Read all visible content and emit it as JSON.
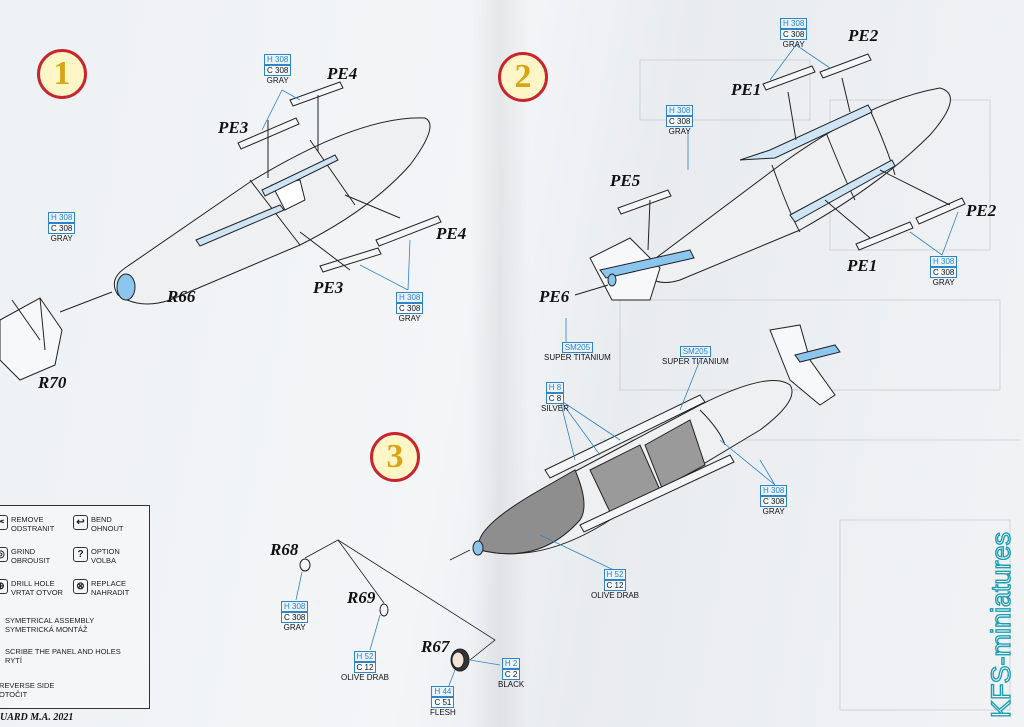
{
  "steps": {
    "s1": "1",
    "s2": "2",
    "s3": "3"
  },
  "parts": {
    "pe3_a": "PE3",
    "pe4_a": "PE4",
    "pe4_b": "PE4",
    "pe3_b": "PE3",
    "r66": "R66",
    "r70": "R70",
    "pe2_a": "PE2",
    "pe1_a": "PE1",
    "pe5": "PE5",
    "pe2_b": "PE2",
    "pe1_b": "PE1",
    "pe6": "PE6",
    "r68": "R68",
    "r69": "R69",
    "r67": "R67"
  },
  "colors": {
    "c1": {
      "h": "H 308",
      "c": "C 308",
      "n": "GRAY"
    },
    "c2": {
      "h": "H 308",
      "c": "C 308",
      "n": "GRAY"
    },
    "c3": {
      "h": "H 308",
      "c": "C 308",
      "n": "GRAY"
    },
    "c4": {
      "h": "H 308",
      "c": "C 308",
      "n": "GRAY"
    },
    "c5": {
      "h": "H 308",
      "c": "C 308",
      "n": "GRAY"
    },
    "c6": {
      "h": "H 308",
      "c": "C 308",
      "n": "GRAY"
    },
    "c7": {
      "h": "SM205",
      "n": "SUPER TITANIUM"
    },
    "c8": {
      "h": "SM205",
      "n": "SUPER TITANIUM"
    },
    "c9": {
      "h": "H 8",
      "c": "C 8",
      "n": "SILVER"
    },
    "c10": {
      "h": "H 308",
      "c": "C 308",
      "n": "GRAY"
    },
    "c11": {
      "h": "H 52",
      "c": "C 12",
      "n": "OLIVE DRAB"
    },
    "c12": {
      "h": "H 308",
      "c": "C 308",
      "n": "GRAY"
    },
    "c13": {
      "h": "H 52",
      "c": "C 12",
      "n": "OLIVE DRAB"
    },
    "c14": {
      "h": "H 2",
      "c": "C 2",
      "n": "BLACK"
    },
    "c15": {
      "h": "H 44",
      "c": "C 51",
      "n": "FLESH"
    }
  },
  "legend": {
    "remove": "REMOVE\nODSTRANIT",
    "bend": "BEND\nOHNOUT",
    "grind": "GRIND\nOBROUSIT",
    "option": "OPTION\nVOLBA",
    "drill": "DRILL HOLE\nVRTAT OTVOR",
    "replace": "REPLACE\nNAHRADIT",
    "sym": "SYMETRICAL ASSEMBLY\nSYMETRICKÁ MONTÁŽ",
    "scribe": "SCRIBE THE PANEL AND HOLES\nRYTÍ",
    "reverse": "REVERSE SIDE\nOTOČIT"
  },
  "footer": "UARD  M.A. 2021",
  "watermark": "KFS-miniatures",
  "accent": {
    "blue": "#2f83c7",
    "red": "#c8262e",
    "yellow": "#d9a514",
    "olive": "#8e8e8e"
  }
}
